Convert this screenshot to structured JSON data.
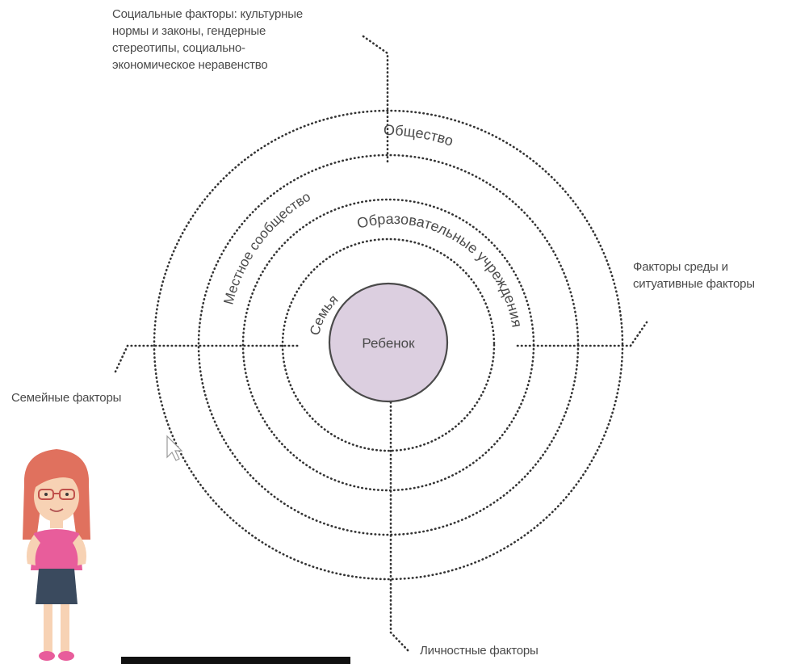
{
  "diagram": {
    "center_label": "Ребенок",
    "rings": [
      {
        "label": "Семья"
      },
      {
        "label": "Образовательные учреждения"
      },
      {
        "label": "Местное сообщество"
      },
      {
        "label": "Общество"
      }
    ],
    "factors": {
      "social": [
        "Социальные факторы: культурные",
        "нормы и законы, гендерные",
        "стереотипы, социально-",
        "экономическое неравенство"
      ],
      "environment": [
        "Факторы среды и",
        "ситуативные факторы"
      ],
      "family": "Семейные факторы",
      "personal": "Личностные факторы"
    }
  },
  "colors": {
    "center_fill": "#dccfe0",
    "center_stroke": "#4a4a4a",
    "ring_stroke": "#333333",
    "text": "#4a4a4a",
    "girl_hair": "#e0715e",
    "girl_shirt": "#e85d9b",
    "girl_skirt": "#3a4a5e"
  }
}
